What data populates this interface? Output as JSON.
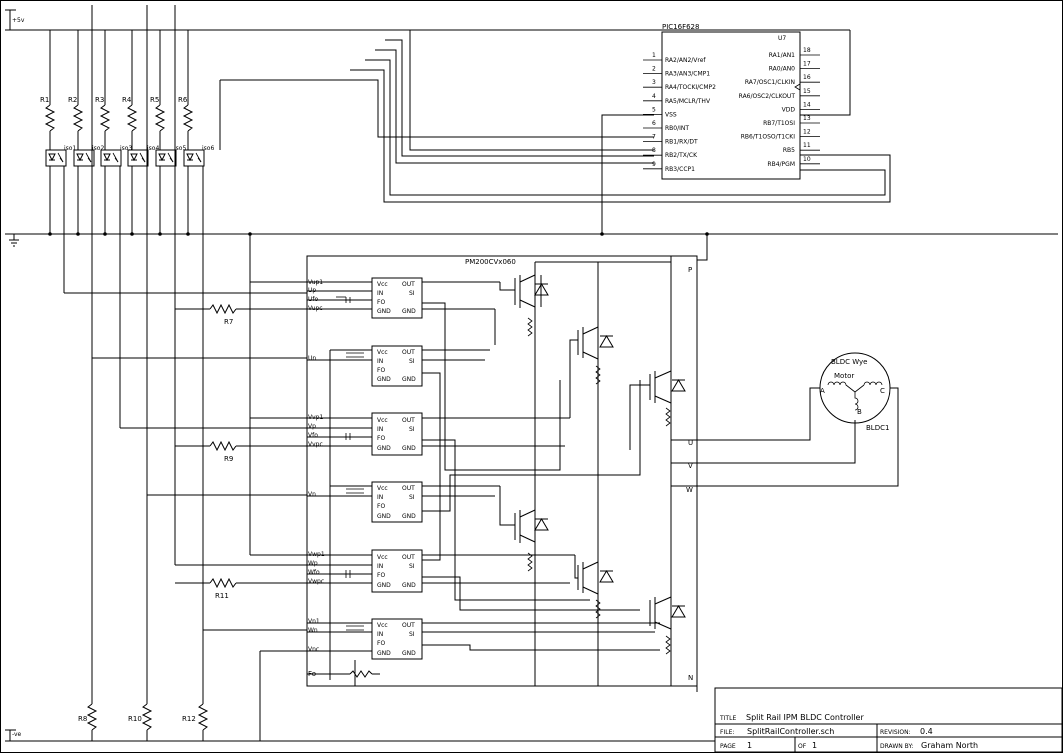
{
  "rails": {
    "plus5v": "+5v",
    "minus_ve": "-ve"
  },
  "mcu": {
    "ref": "U7",
    "part": "PIC16F628",
    "pins_left": [
      {
        "num": "1",
        "name": "RA2/AN2/Vref"
      },
      {
        "num": "2",
        "name": "RA3/AN3/CMP1"
      },
      {
        "num": "3",
        "name": "RA4/TOCKI/CMP2"
      },
      {
        "num": "4",
        "name": "RA5/MCLR/THV"
      },
      {
        "num": "5",
        "name": "VSS"
      },
      {
        "num": "6",
        "name": "RB0/INT"
      },
      {
        "num": "7",
        "name": "RB1/RX/DT"
      },
      {
        "num": "8",
        "name": "RB2/TX/CK"
      },
      {
        "num": "9",
        "name": "RB3/CCP1"
      }
    ],
    "pins_right": [
      {
        "num": "18",
        "name": "RA1/AN1"
      },
      {
        "num": "17",
        "name": "RA0/AN0"
      },
      {
        "num": "16",
        "name": "RA7/OSC1/CLKIN"
      },
      {
        "num": "15",
        "name": "RA6/OSC2/CLKOUT"
      },
      {
        "num": "14",
        "name": "VDD"
      },
      {
        "num": "13",
        "name": "RB7/T1OSI"
      },
      {
        "num": "12",
        "name": "RB6/T1OSO/T1CKI"
      },
      {
        "num": "11",
        "name": "RB5"
      },
      {
        "num": "10",
        "name": "RB4/PGM"
      }
    ]
  },
  "resistors_top": [
    "R1",
    "R2",
    "R3",
    "R4",
    "R5",
    "R6"
  ],
  "optos": [
    "iso1",
    "iso2",
    "iso3",
    "iso4",
    "iso5",
    "iso6"
  ],
  "ipm": {
    "part": "PM200CVx060",
    "terminals": [
      "P",
      "U",
      "V",
      "W",
      "N"
    ],
    "fo_label": "Fo",
    "driver_pins_left": [
      "Vcc",
      "IN",
      "FO",
      "GND"
    ],
    "driver_pins_right": [
      "OUT",
      "SI",
      "GND"
    ],
    "groups": [
      {
        "labels": [
          "Vup1",
          "Up",
          "Ufo",
          "Vupc"
        ]
      },
      {
        "labels": [
          "Un"
        ]
      },
      {
        "labels": [
          "Vvp1",
          "Vp",
          "Vfo",
          "Vvpc"
        ]
      },
      {
        "labels": [
          "Vn"
        ]
      },
      {
        "labels": [
          "Vwp1",
          "Wp",
          "Wfo",
          "Vwpc"
        ]
      },
      {
        "labels": [
          "Vn1",
          "Wn",
          "Vnc"
        ]
      }
    ]
  },
  "resistors_mid": [
    "R7",
    "R9",
    "R11"
  ],
  "resistors_bottom": [
    "R8",
    "R10",
    "R12"
  ],
  "motor": {
    "title": "BLDC Wye",
    "subtitle": "Motor",
    "ref": "BLDC1",
    "phases": [
      "A",
      "B",
      "C"
    ]
  },
  "title_block": {
    "title_label": "TITLE",
    "title": "Split Rail IPM BLDC Controller",
    "file_label": "FILE:",
    "file": "SplitRailController.sch",
    "revision_label": "REVISION:",
    "revision": "0.4",
    "page_label": "PAGE",
    "page": "1",
    "of_label": "OF",
    "of": "1",
    "drawn_label": "DRAWN BY:",
    "drawn_by": "Graham North"
  }
}
